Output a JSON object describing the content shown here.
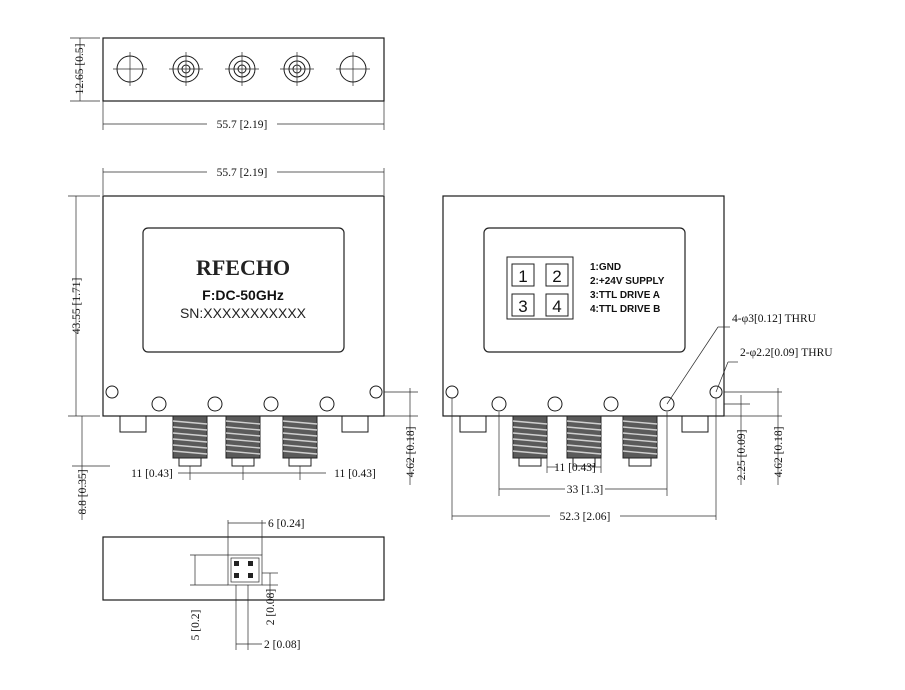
{
  "labels": {
    "brand": "RFECHO",
    "frequency": "F:DC-50GHz",
    "serial": "SN:XXXXXXXXXXX",
    "pins": [
      "1",
      "2",
      "3",
      "4"
    ],
    "pin_legend": [
      "1:GND",
      "2:+24V SUPPLY",
      "3:TTL DRIVE A",
      "4:TTL DRIVE B"
    ],
    "holes_thru": "4-φ3[0.12] THRU",
    "holes_thru_small": "2-φ2.2[0.09] THRU"
  },
  "dimensions": {
    "top_height": "12.65 [0.5]",
    "top_width": "55.7 [2.19]",
    "front_width": "55.7 [2.19]",
    "front_height": "43.55 [1.71]",
    "connector_pitch_left": "11 [0.43]",
    "connector_pitch_right": "11 [0.43]",
    "front_bottom": "8.8 [0.35]",
    "front_right": "4.62 [0.18]",
    "rear_pitch": "11 [0.43]",
    "rear_span": "33 [1.3]",
    "rear_holes_span": "52.3 [2.06]",
    "rear_offset_small": "2.25 [0.09]",
    "rear_right": "4.62 [0.18]",
    "side_width": "6 [0.24]",
    "side_left": "5 [0.2]",
    "side_right_vertical": "2 [0.08]",
    "side_bottom": "2 [0.08]"
  }
}
